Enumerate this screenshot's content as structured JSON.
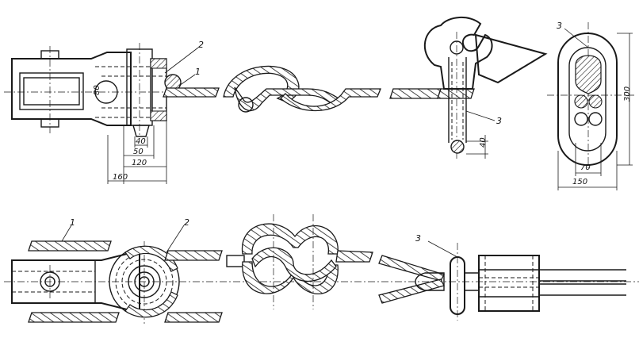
{
  "figure": {
    "callouts": {
      "cable": "1",
      "thimble": "2",
      "staple": "3"
    },
    "dimensions": {
      "d80": "80",
      "d40a": "40",
      "d50": "50",
      "d120": "120",
      "d160": "160",
      "d40b": "40",
      "d300": "300",
      "d70": "70",
      "d150": "150"
    }
  }
}
